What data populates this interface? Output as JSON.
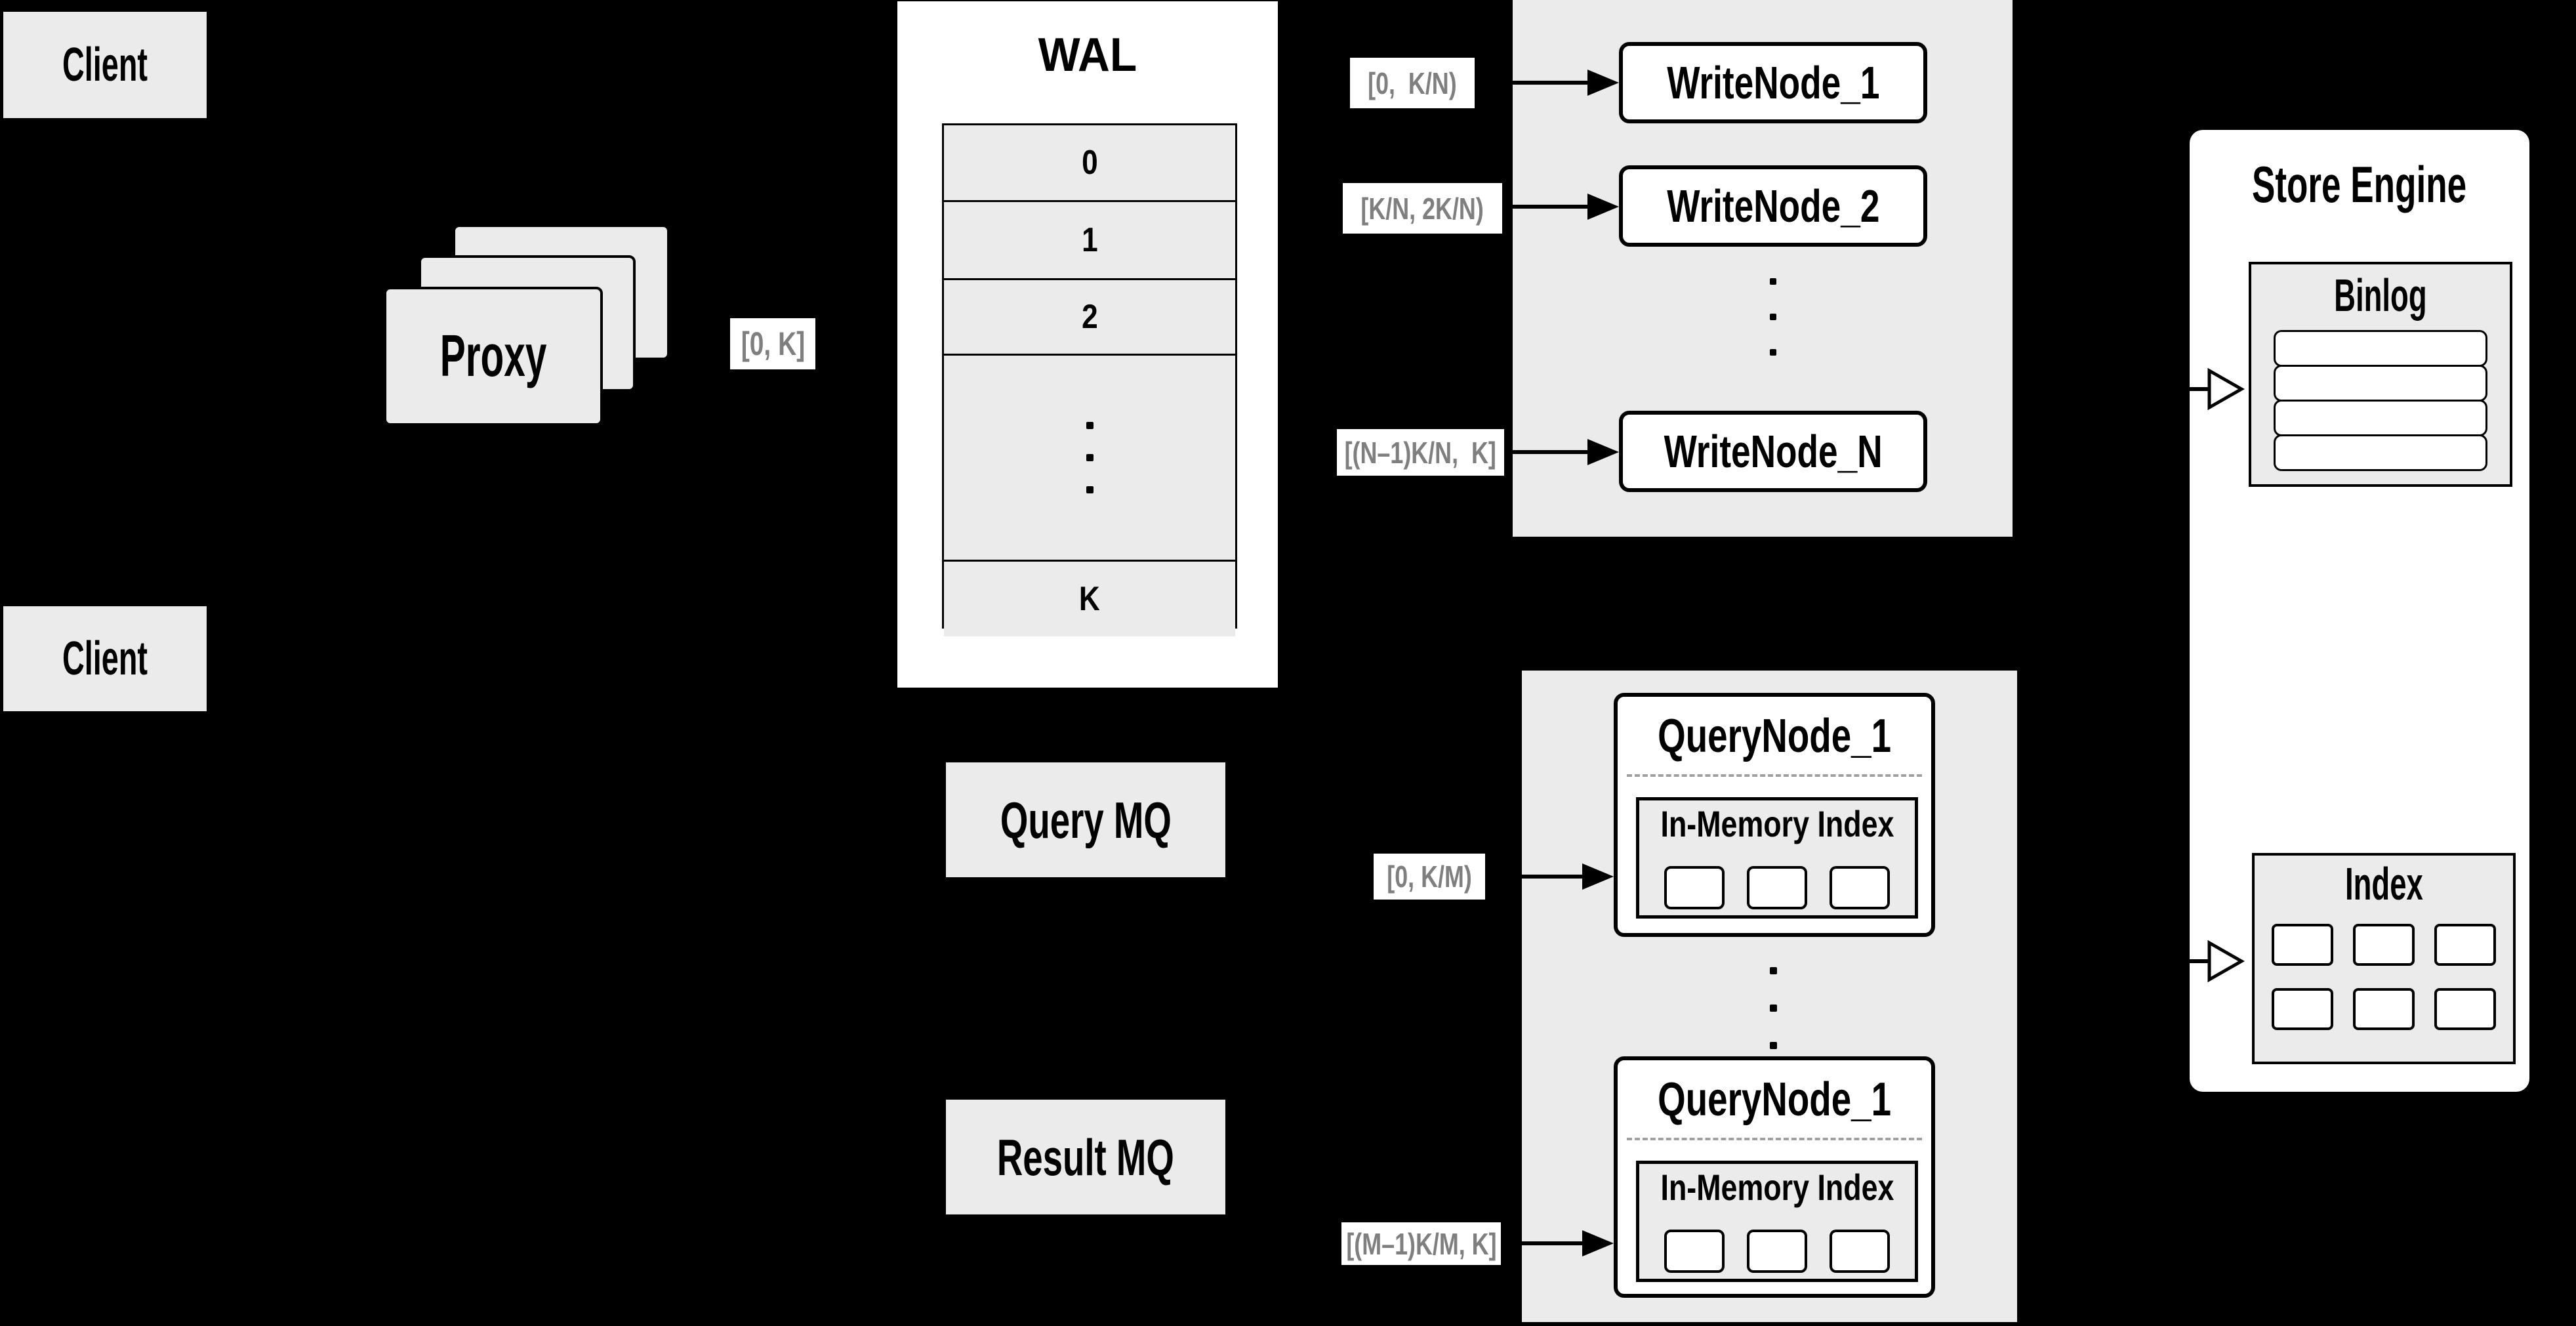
{
  "colors": {
    "background": "#000000",
    "panel_gray": "#ebebeb",
    "panel_white": "#ffffff",
    "text_black": "#000000",
    "range_label_text": "#7f7f7f",
    "dashed_divider": "#a0a0a0"
  },
  "clients": {
    "top_label": "Client",
    "bottom_label": "Client"
  },
  "proxy": {
    "label": "Proxy"
  },
  "labels": {
    "proxy_to_wal": "[0, K]"
  },
  "wal": {
    "title": "WAL",
    "rows": [
      "0",
      "1",
      "2",
      "K"
    ]
  },
  "write_section": {
    "nodes": [
      "WriteNode_1",
      "WriteNode_2",
      "WriteNode_N"
    ],
    "ranges": [
      "[0,  K/N)",
      "[K/N, 2K/N)",
      "[(N–1)K/N,  K]"
    ]
  },
  "query_section": {
    "nodes": [
      {
        "title": "QueryNode_1",
        "inner_title": "In-Memory Index"
      },
      {
        "title": "QueryNode_1",
        "inner_title": "In-Memory Index"
      }
    ],
    "ranges": [
      "[0, K/M)",
      "[(M–1)K/M, K]"
    ]
  },
  "mq": {
    "query_label": "Query MQ",
    "result_label": "Result MQ"
  },
  "store_engine": {
    "title": "Store Engine",
    "binlog_title": "Binlog",
    "index_title": "Index"
  }
}
